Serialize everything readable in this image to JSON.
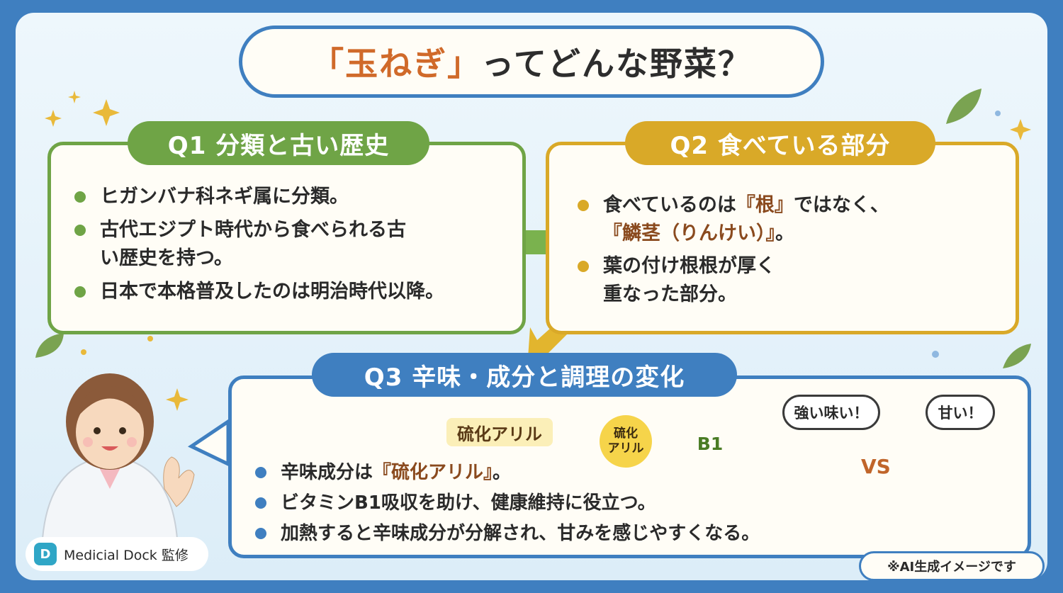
{
  "title": {
    "highlight": "「玉ねぎ」",
    "rest": "ってどんな野菜？"
  },
  "q1": {
    "heading": "Q1 分類と古い歴史",
    "bullets": [
      "ヒガンバナ科ネギ属に分類。",
      "古代エジプト時代から食べられる古い歴史を持つ。",
      "日本で本格普及したのは明治時代以降。"
    ]
  },
  "q2": {
    "heading": "Q2 食べている部分",
    "bullet1": {
      "pre": "食べているのは",
      "kw1": "『根』",
      "mid": "ではなく、",
      "kw2": "『鱗茎（りんけい）』",
      "post": "。"
    },
    "bullet2": "葉の付け根根が厚く重なった部分。"
  },
  "q3": {
    "heading": "Q3 辛味・成分と調理の変化",
    "bullet1": {
      "pre": "辛味成分は",
      "kw": "『硫化アリル』",
      "post": "。"
    },
    "bullet2": "ビタミンB1吸収を助け、健康維持に役立つ。",
    "bullet3": "加熱すると辛味成分が分解され、甘みを感じやすくなる。",
    "chip_label": "硫化アリル",
    "circle_label_line1": "硫化",
    "circle_label_line2": "アリル",
    "cycle_label": "B1",
    "bubble_strong": "強い味い！",
    "bubble_sweet": "甘い！",
    "vs": "VS"
  },
  "brand": {
    "logo_text": "D",
    "name": "Medicial Dock 監修"
  },
  "ai_note": "※AI生成イメージです",
  "colors": {
    "frame_blue": "#3f7fc0",
    "q1_green": "#6fa446",
    "q2_gold": "#d9a928",
    "q3_blue": "#3f7fc0",
    "title_orange": "#d06a2a",
    "arrow_orange": "#d9813a"
  },
  "icons": [
    "sparkle-icon",
    "leaf-icon",
    "onion-icon",
    "pyramid-icon",
    "portrait-icon",
    "arrow-right-icon",
    "arrow-down-left-icon",
    "green-onion-icon",
    "knife-icon",
    "crying-onion-icon",
    "smoke-icon",
    "cycle-arrows-icon",
    "fried-onion-plate-icon",
    "doctor-illustration"
  ]
}
